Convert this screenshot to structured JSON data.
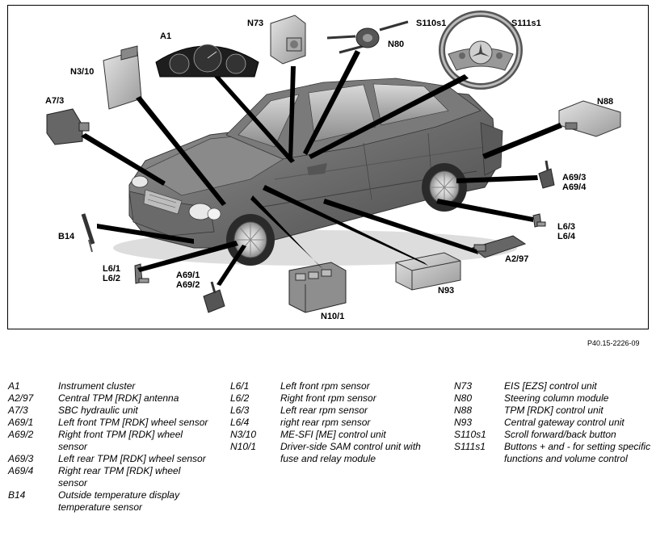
{
  "figure": {
    "labels": {
      "A1": "A1",
      "N73": "N73",
      "N80": "N80",
      "S110s1": "S110s1",
      "S111s1": "S111s1",
      "N3_10": "N3/10",
      "A7_3": "A7/3",
      "N88": "N88",
      "A69_3": "A69/3",
      "A69_4": "A69/4",
      "B14": "B14",
      "L6_3": "L6/3",
      "L6_4": "L6/4",
      "A2_97": "A2/97",
      "L6_1": "L6/1",
      "L6_2": "L6/2",
      "A69_1": "A69/1",
      "A69_2": "A69/2",
      "N93": "N93",
      "N10_1": "N10/1"
    },
    "reference": "P40.15-2226-09"
  },
  "legend": {
    "col1": [
      {
        "code": "A1",
        "desc": "Instrument cluster"
      },
      {
        "code": "A2/97",
        "desc": "Central TPM [RDK] antenna"
      },
      {
        "code": "A7/3",
        "desc": "SBC hydraulic unit"
      },
      {
        "code": "A69/1",
        "desc": "Left front TPM [RDK] wheel sensor"
      },
      {
        "code": "A69/2",
        "desc": "Right front TPM [RDK] wheel sensor"
      },
      {
        "code": "A69/3",
        "desc": "Left rear TPM [RDK] wheel sensor"
      },
      {
        "code": "A69/4",
        "desc": "Right rear TPM [RDK] wheel sensor"
      },
      {
        "code": "B14",
        "desc": "Outside temperature display temperature sensor"
      }
    ],
    "col2": [
      {
        "code": "L6/1",
        "desc": "Left front rpm sensor"
      },
      {
        "code": "L6/2",
        "desc": "Right front rpm sensor"
      },
      {
        "code": "L6/3",
        "desc": "Left rear rpm sensor"
      },
      {
        "code": "L6/4",
        "desc": "right rear rpm sensor"
      },
      {
        "code": "N3/10",
        "desc": "ME-SFI [ME] control unit"
      },
      {
        "code": "N10/1",
        "desc": "Driver-side SAM control unit with fuse and relay module"
      }
    ],
    "col3": [
      {
        "code": "N73",
        "desc": "EIS [EZS] control unit"
      },
      {
        "code": "N80",
        "desc": "Steering column module"
      },
      {
        "code": "N88",
        "desc": "TPM [RDK] control unit"
      },
      {
        "code": "N93",
        "desc": "Central gateway control unit"
      },
      {
        "code": "S110s1",
        "desc": "Scroll forward/back button"
      },
      {
        "code": "S111s1",
        "desc": "Buttons + and - for setting specific functions and volume control"
      }
    ]
  }
}
